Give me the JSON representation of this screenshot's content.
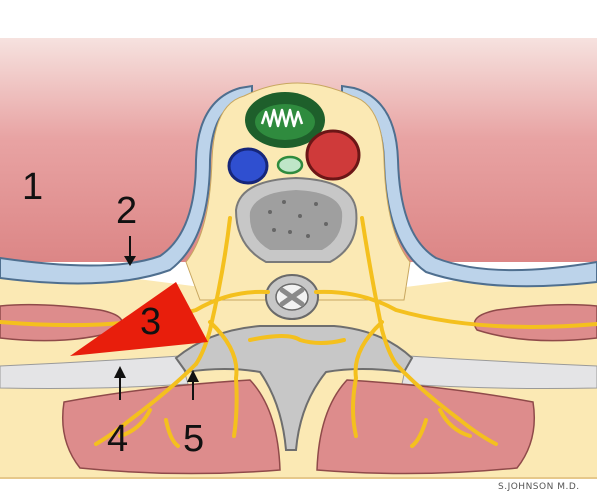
{
  "labels": {
    "l1": "1",
    "l2": "2",
    "l3": "3",
    "l4": "4",
    "l5": "5"
  },
  "signature": "S.JOHNSON M.D.",
  "colors": {
    "muscle": "#dd8c8c",
    "muscle_light": "#f3dcd8",
    "fat": "#fbe9b4",
    "pleura": "#bcd3ea",
    "nerve": "#f4c01e",
    "bone": "#c7c7c7",
    "injectate": "#e81e0c",
    "aorta": "#cf3a3a",
    "vein": "#2f4fd0",
    "esophagus": "#2f8b3e"
  }
}
